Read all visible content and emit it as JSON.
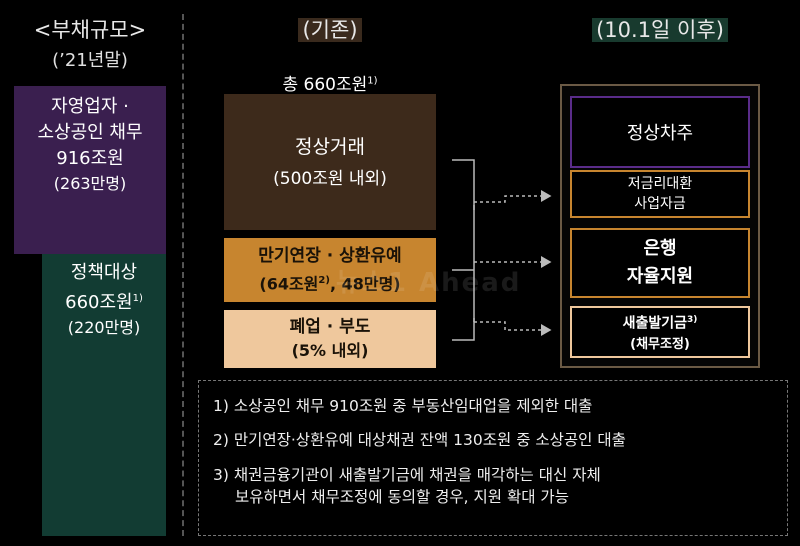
{
  "left": {
    "title": "<부채규모>",
    "subtitle": "(’21년말)",
    "purple_box": {
      "line1": "자영업자 ·",
      "line2": "소상공인 채무",
      "line3": "916조원",
      "line4": "(263만명)"
    },
    "teal_box": {
      "line1": "정책대상",
      "line2": "660조원",
      "sup": "1)",
      "line3": "(220만명)"
    }
  },
  "middle": {
    "title": "(기존)",
    "total_label": "총 660조원",
    "total_sup": "1)",
    "normal": {
      "line1": "정상거래",
      "line2": "(500조원 내외)"
    },
    "extension": {
      "line1": "만기연장 · 상환유예",
      "line2a": "(64조원",
      "sup": "2)",
      "line2b": ", 48만명)"
    },
    "closure": {
      "line1": "폐업 · 부도",
      "line2": "(5% 내외)"
    }
  },
  "right": {
    "title": "(10.1일 이후)",
    "normal_borrower": "정상차주",
    "low_rate": {
      "line1": "저금리대환",
      "line2": "사업자금"
    },
    "bank": {
      "line1": "은행",
      "line2": "자율지원"
    },
    "new_start": {
      "line1": "새출발기금",
      "sup": "3)",
      "line2": "(채무조정)"
    }
  },
  "watermark": "뉴스1 Ahead",
  "notes": [
    "1) 소상공인 채무 910조원 중 부동산임대업을 제외한 대출",
    "2) 만기연장·상환유예 대상채권 잔액 130조원 중 소상공인 대출",
    "3) 채권금융기관이 새출발기금에 채권을 매각하는 대신 자체",
    "보유하면서 채무조정에 동의할 경우, 지원 확대 가능"
  ],
  "colors": {
    "purple": "#3a1f4f",
    "teal": "#123c33",
    "brown_dark": "#3d2a1b",
    "orange": "#c7852f",
    "peach": "#efc89d",
    "panel_border": "#6b5a45"
  }
}
